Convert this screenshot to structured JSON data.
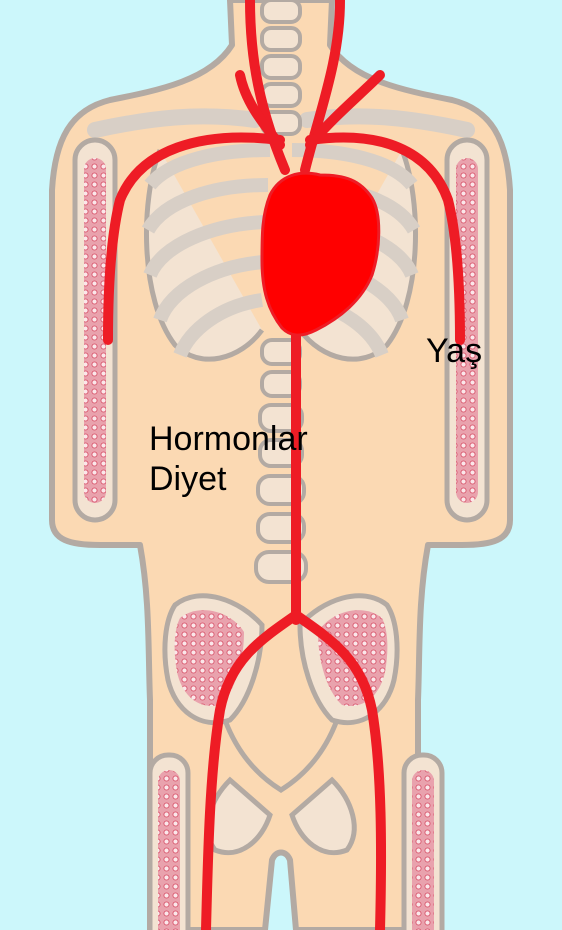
{
  "labels": {
    "yas": "Yaş",
    "hormonlar": "Hormonlar",
    "diyet": "Diyet"
  },
  "colors": {
    "background": "#ccf7fb",
    "skin": "#fbd9b3",
    "outline": "#b3aaa3",
    "bone": "#f8eadb",
    "marrow": "#e8a3ad",
    "blood": "#ee1c25",
    "heart": "#ff0000"
  }
}
